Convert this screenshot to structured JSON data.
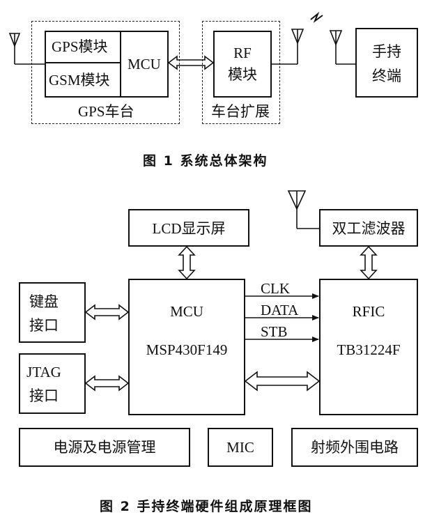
{
  "figure1": {
    "gps_module": "GPS模块",
    "gsm_module": "GSM模块",
    "mcu": "MCU",
    "gps_vehicle": "GPS车台",
    "rf_line1": "RF",
    "rf_line2": "模块",
    "vehicle_ext": "车台扩展",
    "handheld_line1": "手持",
    "handheld_line2": "终端",
    "caption": "图 1   系统总体架构"
  },
  "figure2": {
    "lcd": "LCD显示屏",
    "duplex_filter": "双工滤波器",
    "keyboard_line1": "键盘",
    "keyboard_line2": "接口",
    "jtag_line1": "JTAG",
    "jtag_line2": "接口",
    "mcu_line1": "MCU",
    "mcu_line2": "MSP430F149",
    "rfic_line1": "RFIC",
    "rfic_line2": "TB31224F",
    "sig_clk": "CLK",
    "sig_data": "DATA",
    "sig_stb": "STB",
    "power": "电源及电源管理",
    "mic": "MIC",
    "rf_periph": "射频外围电路",
    "caption": "图 2   手持终端硬件组成原理框图"
  }
}
